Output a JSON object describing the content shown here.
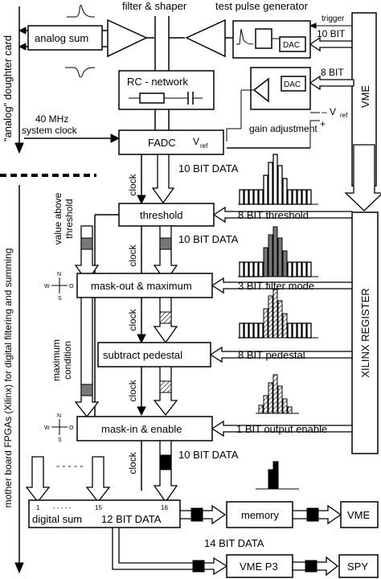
{
  "labels": {
    "filter_shaper": "filter & shaper",
    "test_pulse_generator": "test pulse generator",
    "trigger": "trigger",
    "analog_sum": "analog sum",
    "dac": "DAC",
    "ten_bit": "10 BIT",
    "eight_bit": "8 BIT",
    "vme_side": "VME",
    "rc_network": "RC - network",
    "clock_40mhz_line1": "40 MHz",
    "clock_40mhz_line2": "system clock",
    "fadc": "FADC",
    "vref": "V",
    "vref_sub": "ref",
    "gain_adjustment": "gain adjustment",
    "analog_card": "\"analog\" doughter card",
    "mother_board": "mother board FPGAs (Xilinx) for digital filtering and summing",
    "clock": "clock",
    "ten_bit_data": "10 BIT DATA",
    "threshold": "threshold",
    "eight_bit_threshold": "8 BIT threshold",
    "value_above_threshold": "value above threshold",
    "mask_out_maximum": "mask-out & maximum",
    "three_bit_filter_mode": "3 BIT filter mode",
    "xilinx_register": "XILINX REGISTER",
    "subtract_pedestal": "subtract pedestal",
    "eight_bit_pedestal": "8 BIT pedestal",
    "maximum_condition": "maximum condition",
    "mask_in_enable": "mask-in & enable",
    "one_bit_output_enable": "1 BIT output enable",
    "digital_sum": "digital sum",
    "twelve_bit_data": "12 BIT DATA",
    "input_1": "1",
    "input_15": "15",
    "input_16": "16",
    "dashes": "- - - - -",
    "memory": "memory",
    "vme": "VME",
    "fourteen_bit_data": "14 BIT DATA",
    "vme_p3": "VME P3",
    "spy": "SPY",
    "compass_n": "N",
    "compass_s": "S",
    "compass_w": "W",
    "compass_o": "O"
  }
}
